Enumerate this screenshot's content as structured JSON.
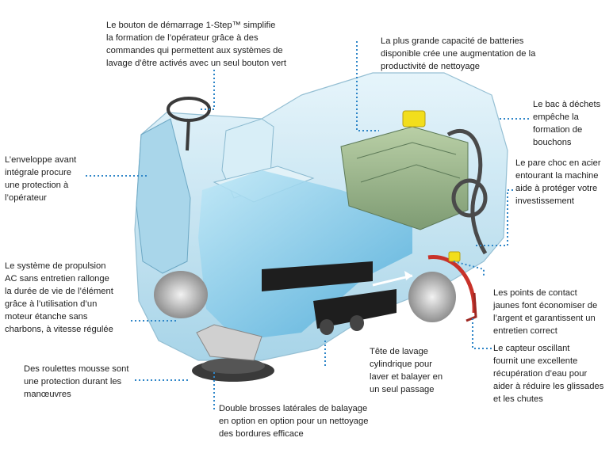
{
  "colors": {
    "leader": "#2f86c8",
    "shell": "#bfe3f2",
    "shell_dark": "#7fbcd8",
    "highlight_yellow": "#f2de1c",
    "bumper_red": "#c8322a",
    "brush_black": "#1e1e1e",
    "water_blue": "#3fa8de"
  },
  "callouts": {
    "start_button": "Le bouton de démarrage 1-Step™ simplifie\nla formation de l’opérateur grâce à des\ncommandes qui permettent aux systèmes de\nlavage d’être activés avec un seul bouton vert",
    "battery": "La plus grande capacité de batteries\ndisponible crée une augmentation de la\nproductivité de nettoyage",
    "debris_tray": "Le bac à déchets\nempêche la\nformation de\nbouchons",
    "front_shroud": "L’enveloppe avant\nintégrale procure\nune protection à\nl’opérateur",
    "steel_bumper": "Le pare choc en acier\nentourant la machine\naide à protéger votre\ninvestissement",
    "propulsion": "Le système de propulsion\nAC sans entretien rallonge\nla durée de vie de l’élément\ngrâce à  l’utilisation d’un\nmoteur étanche sans\ncharbons, à vitesse régulée",
    "yellow_touchpoints": "Les points de contact\njaunes font économiser de\nl’argent et garantissent un\nentretien correct",
    "cylindrical_head": "Tête de lavage\ncylindrique pour\nlaver et balayer en\nun seul passage",
    "oscillating_squeegee": "Le capteur oscillant\nfournit une excellente\nrécupération d’eau pour\naider à réduire les glissades\net les chutes",
    "foam_rollers": "Des roulettes mousse sont\nune protection durant les\nmanœuvres",
    "side_brushes": "Double brosses latérales de balayage\nen option en option pour un nettoyage\ndes bordures efficace"
  }
}
